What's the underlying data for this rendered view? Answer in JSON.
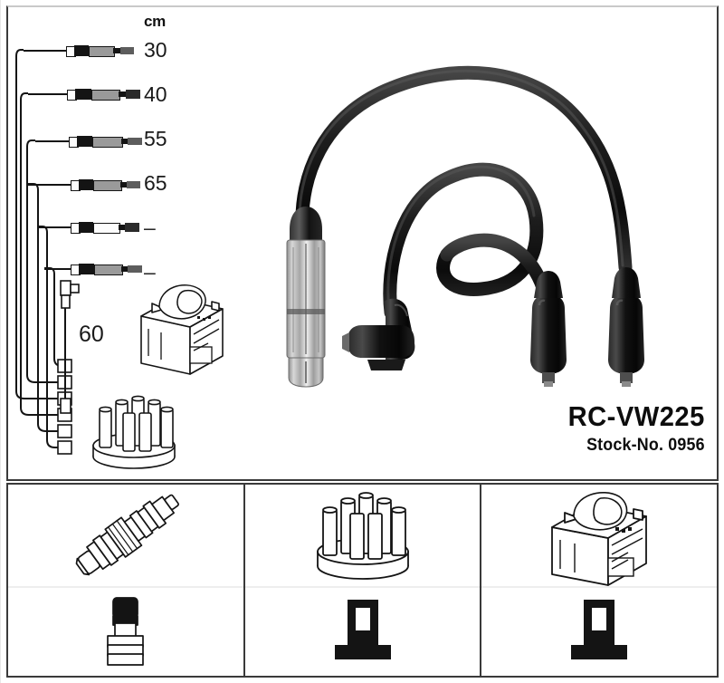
{
  "product": {
    "code": "RC-VW225",
    "stock_no": "Stock-No. 0956"
  },
  "length_table": {
    "unit_header": "cm",
    "rows": [
      {
        "length": "30"
      },
      {
        "length": "40"
      },
      {
        "length": "55"
      },
      {
        "length": "65"
      },
      {
        "length": "–"
      },
      {
        "length": "–"
      }
    ],
    "extra_length": "60"
  },
  "diagram": {
    "main_photo_name": "ignition-cable-set-photo",
    "coil_drawing_name": "ignition-coil-drawing",
    "distributor_cap_drawing_name": "distributor-cap-drawing"
  },
  "bottom_panels": [
    {
      "top_icon": "spark-plug-icon",
      "bottom_icon": "spark-plug-connector-boot-icon"
    },
    {
      "top_icon": "distributor-cap-icon",
      "bottom_icon": "distributor-terminal-icon"
    },
    {
      "top_icon": "ignition-coil-icon",
      "bottom_icon": "coil-terminal-icon"
    }
  ],
  "colors": {
    "line": "#3a3a3a",
    "ink": "#141414",
    "metal": "#9a9a9a",
    "background": "#ffffff"
  }
}
